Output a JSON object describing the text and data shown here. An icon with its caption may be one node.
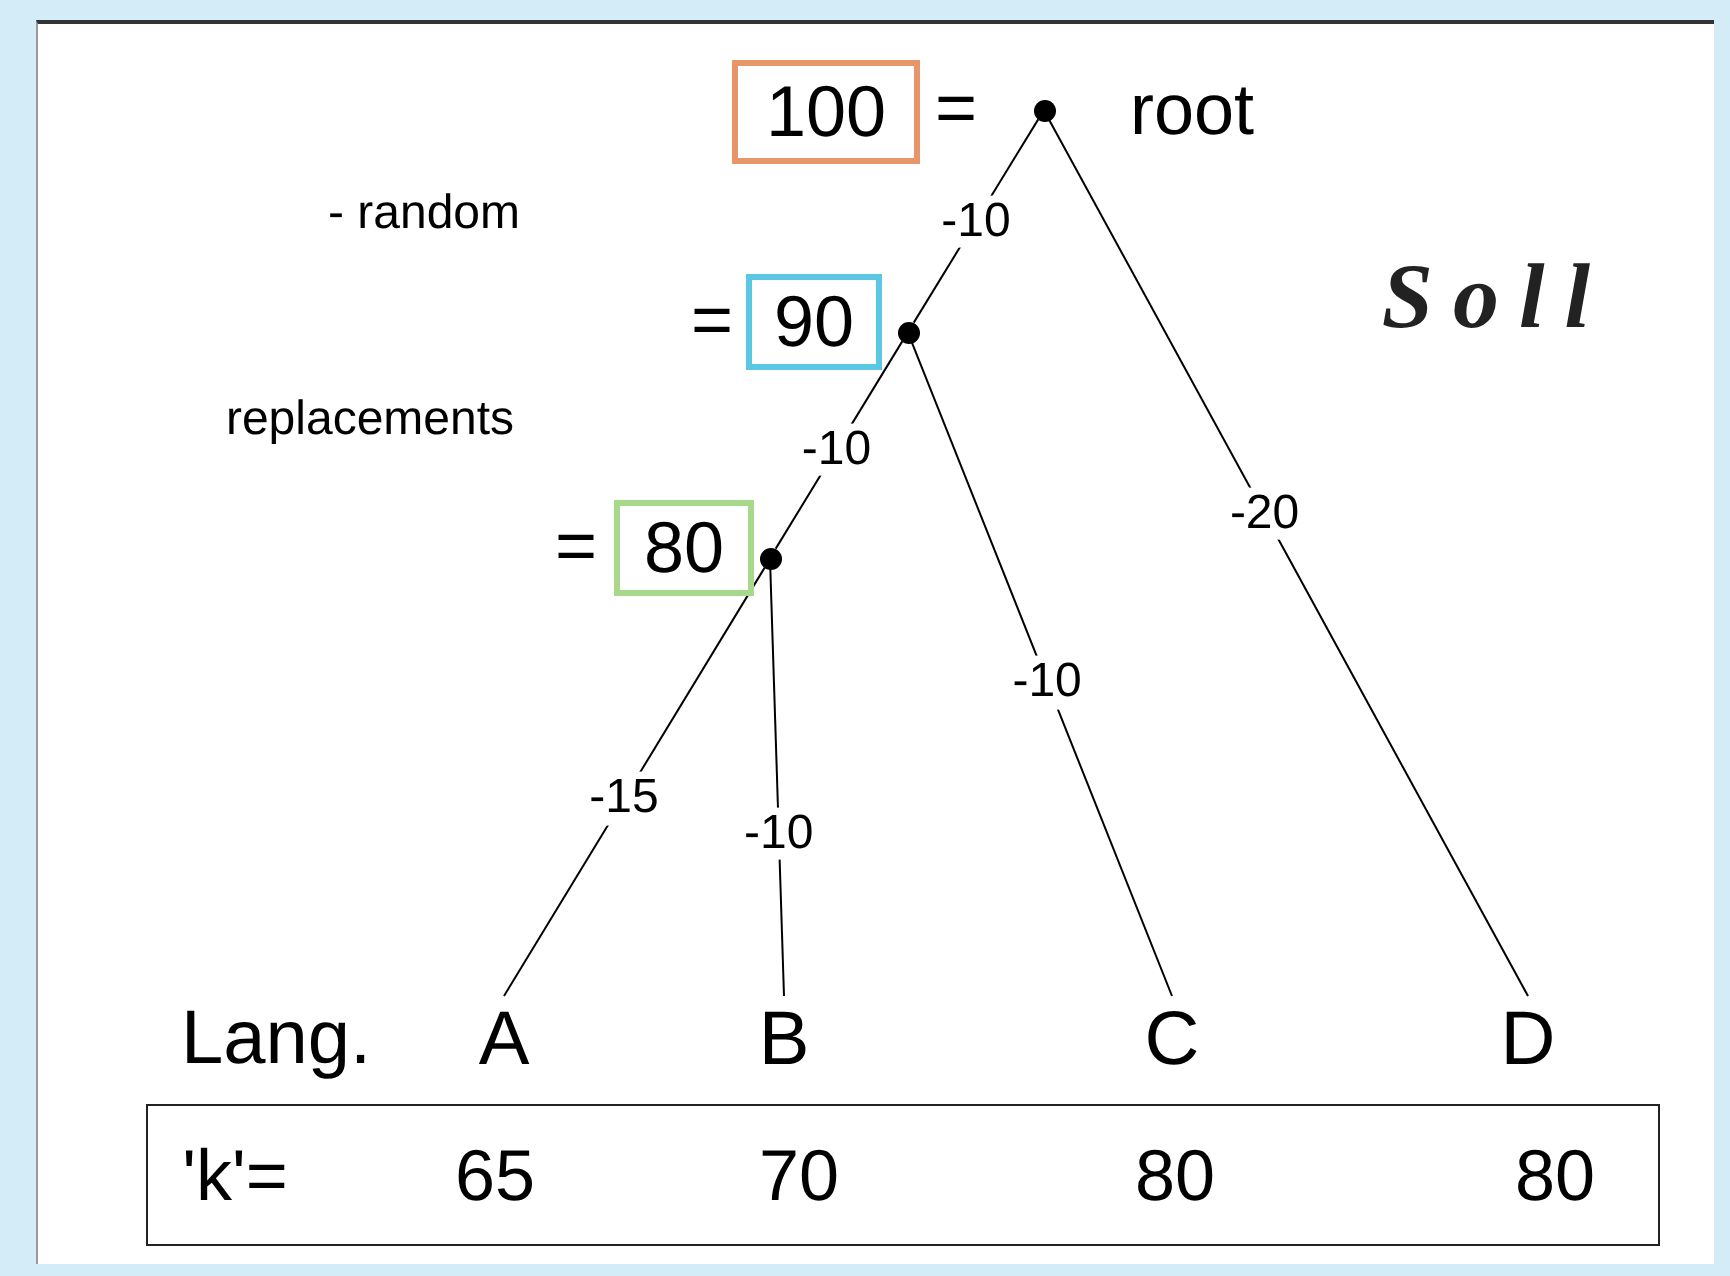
{
  "diagram": {
    "nodes": [
      {
        "text": [
          "100"
        ]
      },
      {
        "text": [],
        "shape": "circle",
        "beside": [
          "root"
        ]
      },
      {
        "text": [
          "90"
        ]
      },
      {
        "text": [],
        "shape": "circle"
      },
      {
        "text": [
          "80"
        ]
      },
      {
        "text": [],
        "shape": "circle"
      },
      {
        "text": [
          "A"
        ]
      },
      {
        "text": [
          "B"
        ]
      },
      {
        "text": [
          "C"
        ]
      },
      {
        "text": [
          "D"
        ]
      },
      {
        "text": [
          "'k'=",
          "65",
          "70",
          "80",
          "80"
        ]
      }
    ],
    "edges": [
      {
        "from": 1,
        "to": 3,
        "arrow": "none",
        "label": "-10"
      },
      {
        "from": 1,
        "to": 9,
        "arrow": "none",
        "label": "-20"
      },
      {
        "from": 3,
        "to": 5,
        "arrow": "none",
        "label": "-10"
      },
      {
        "from": 3,
        "to": 8,
        "arrow": "none",
        "label": "-10"
      },
      {
        "from": 5,
        "to": 6,
        "arrow": "none",
        "label": "-15"
      },
      {
        "from": 5,
        "to": 7,
        "arrow": "none",
        "label": "-10"
      }
    ],
    "labels": [
      "=",
      "- random",
      "=",
      "Soll",
      "replacements",
      "=",
      "Lang."
    ]
  }
}
